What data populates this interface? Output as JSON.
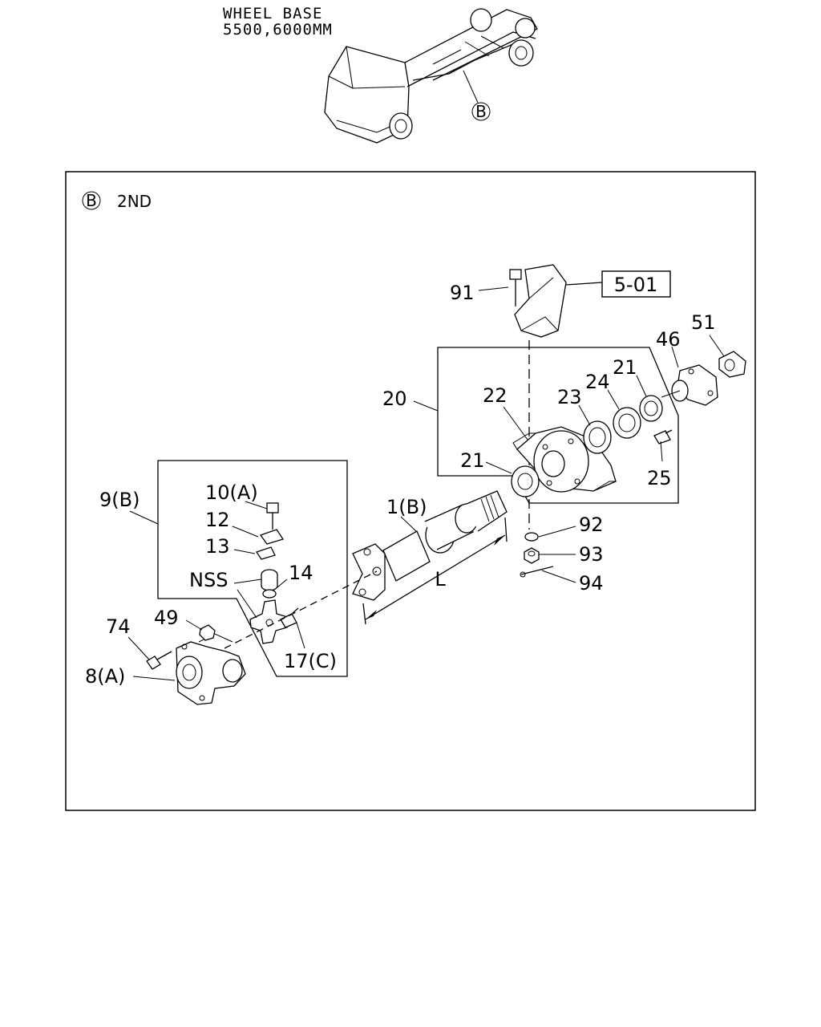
{
  "header": {
    "line1": "WHEEL BASE",
    "line2": "5500,6000MM",
    "view_marker": "B"
  },
  "detail": {
    "marker": "B",
    "title": "2ND",
    "reference_box": "5-01",
    "dimension_label": "L"
  },
  "callouts": {
    "c91": "91",
    "c20": "20",
    "c22": "22",
    "c23": "23",
    "c24": "24",
    "c21a": "21",
    "c21b": "21",
    "c46": "46",
    "c51": "51",
    "c25": "25",
    "c1b": "1(B)",
    "c92": "92",
    "c93": "93",
    "c94": "94",
    "c9b": "9(B)",
    "c10a": "10(A)",
    "c12": "12",
    "c13": "13",
    "c14": "14",
    "cnss": "NSS",
    "c17c": "17(C)",
    "c74": "74",
    "c49": "49",
    "c8a": "8(A)"
  },
  "colors": {
    "ink": "#000000",
    "paper": "#ffffff"
  }
}
